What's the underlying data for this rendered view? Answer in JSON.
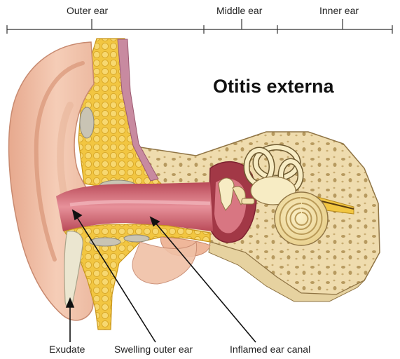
{
  "title": "Otitis externa",
  "regions": {
    "outer": "Outer ear",
    "middle": "Middle ear",
    "inner": "Inner ear"
  },
  "callouts": {
    "exudate": "Exudate",
    "swelling": "Swelling outer ear",
    "inflamed": "Inflamed ear canal"
  },
  "colors": {
    "skin": "#f2c4ac",
    "skin_shadow": "#e3a88c",
    "fat": "#f2c641",
    "bone": "#efdcae",
    "bone_pore": "#b79a5f",
    "canal": "#d7737e",
    "canal_dark": "#9c2f3e",
    "exudate": "#e8e4cf"
  }
}
